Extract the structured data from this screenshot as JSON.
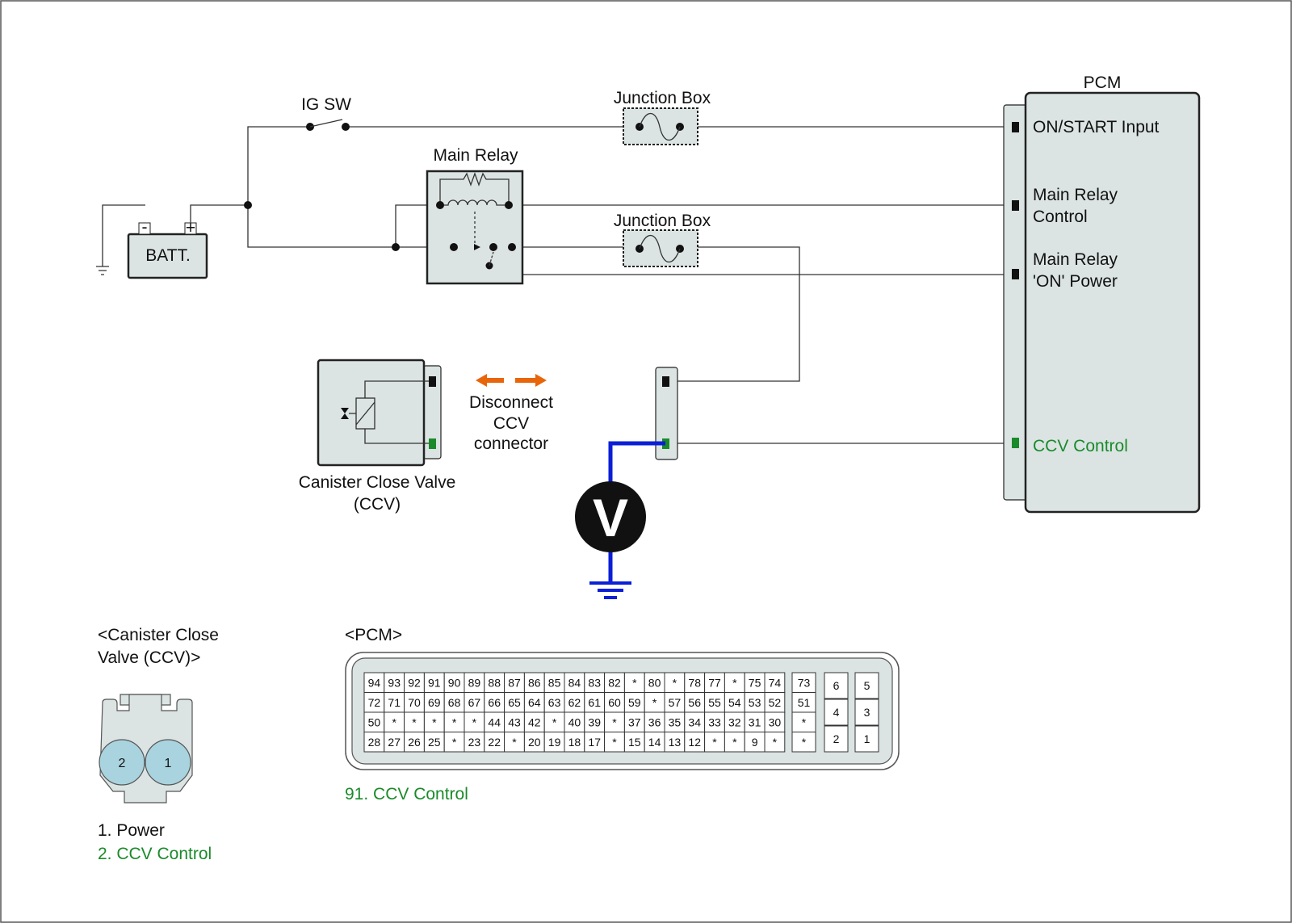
{
  "colors": {
    "housing": "#dbe4e3",
    "highlight_text": "#1a8a2a",
    "meter_lead": "#0a1fd6",
    "disconnect_arrow": "#e8650a",
    "pin_highlight": "#a9d3df",
    "ccv_pins": "#a9d3df"
  },
  "labels": {
    "ig_sw": "IG SW",
    "junction_box_1": "Junction Box",
    "junction_box_2": "Junction Box",
    "main_relay": "Main Relay",
    "batt": "BATT.",
    "batt_neg": "-",
    "batt_pos": "+",
    "pcm": "PCM",
    "pcm_on_start": "ON/START Input",
    "pcm_main_relay_control_1": "Main Relay",
    "pcm_main_relay_control_2": "Control",
    "pcm_main_relay_power_1": "Main Relay",
    "pcm_main_relay_power_2": "'ON' Power",
    "pcm_ccv_control": "CCV Control",
    "disconnect_1": "Disconnect",
    "disconnect_2": "CCV",
    "disconnect_3": "connector",
    "ccv_name_1": "Canister Close Valve",
    "ccv_name_2": "(CCV)",
    "voltmeter": "V"
  },
  "ccv_connector": {
    "title_1": "<Canister Close",
    "title_2": "Valve (CCV)>",
    "pin_left": "2",
    "pin_right": "1",
    "legend_1": "1. Power",
    "legend_2": "2. CCV Control"
  },
  "pcm_connector": {
    "title": "<PCM>",
    "highlight_pin": "91",
    "legend": "91. CCV Control",
    "main_rows": [
      [
        "94",
        "93",
        "92",
        "91",
        "90",
        "89",
        "88",
        "87",
        "86",
        "85",
        "84",
        "83",
        "82",
        "*",
        "80",
        "*",
        "78",
        "77",
        "*",
        "75",
        "74"
      ],
      [
        "72",
        "71",
        "70",
        "69",
        "68",
        "67",
        "66",
        "65",
        "64",
        "63",
        "62",
        "61",
        "60",
        "59",
        "*",
        "57",
        "56",
        "55",
        "54",
        "53",
        "52"
      ],
      [
        "50",
        "*",
        "*",
        "*",
        "*",
        "*",
        "44",
        "43",
        "42",
        "*",
        "40",
        "39",
        "*",
        "37",
        "36",
        "35",
        "34",
        "33",
        "32",
        "31",
        "30"
      ],
      [
        "28",
        "27",
        "26",
        "25",
        "*",
        "23",
        "22",
        "*",
        "20",
        "19",
        "18",
        "17",
        "*",
        "15",
        "14",
        "13",
        "12",
        "*",
        "*",
        "9",
        "*"
      ]
    ],
    "side_column": [
      "73",
      "51",
      "*",
      "*"
    ],
    "block_pins": [
      [
        "6",
        "5"
      ],
      [
        "4",
        "3"
      ],
      [
        "2",
        "1"
      ]
    ]
  }
}
